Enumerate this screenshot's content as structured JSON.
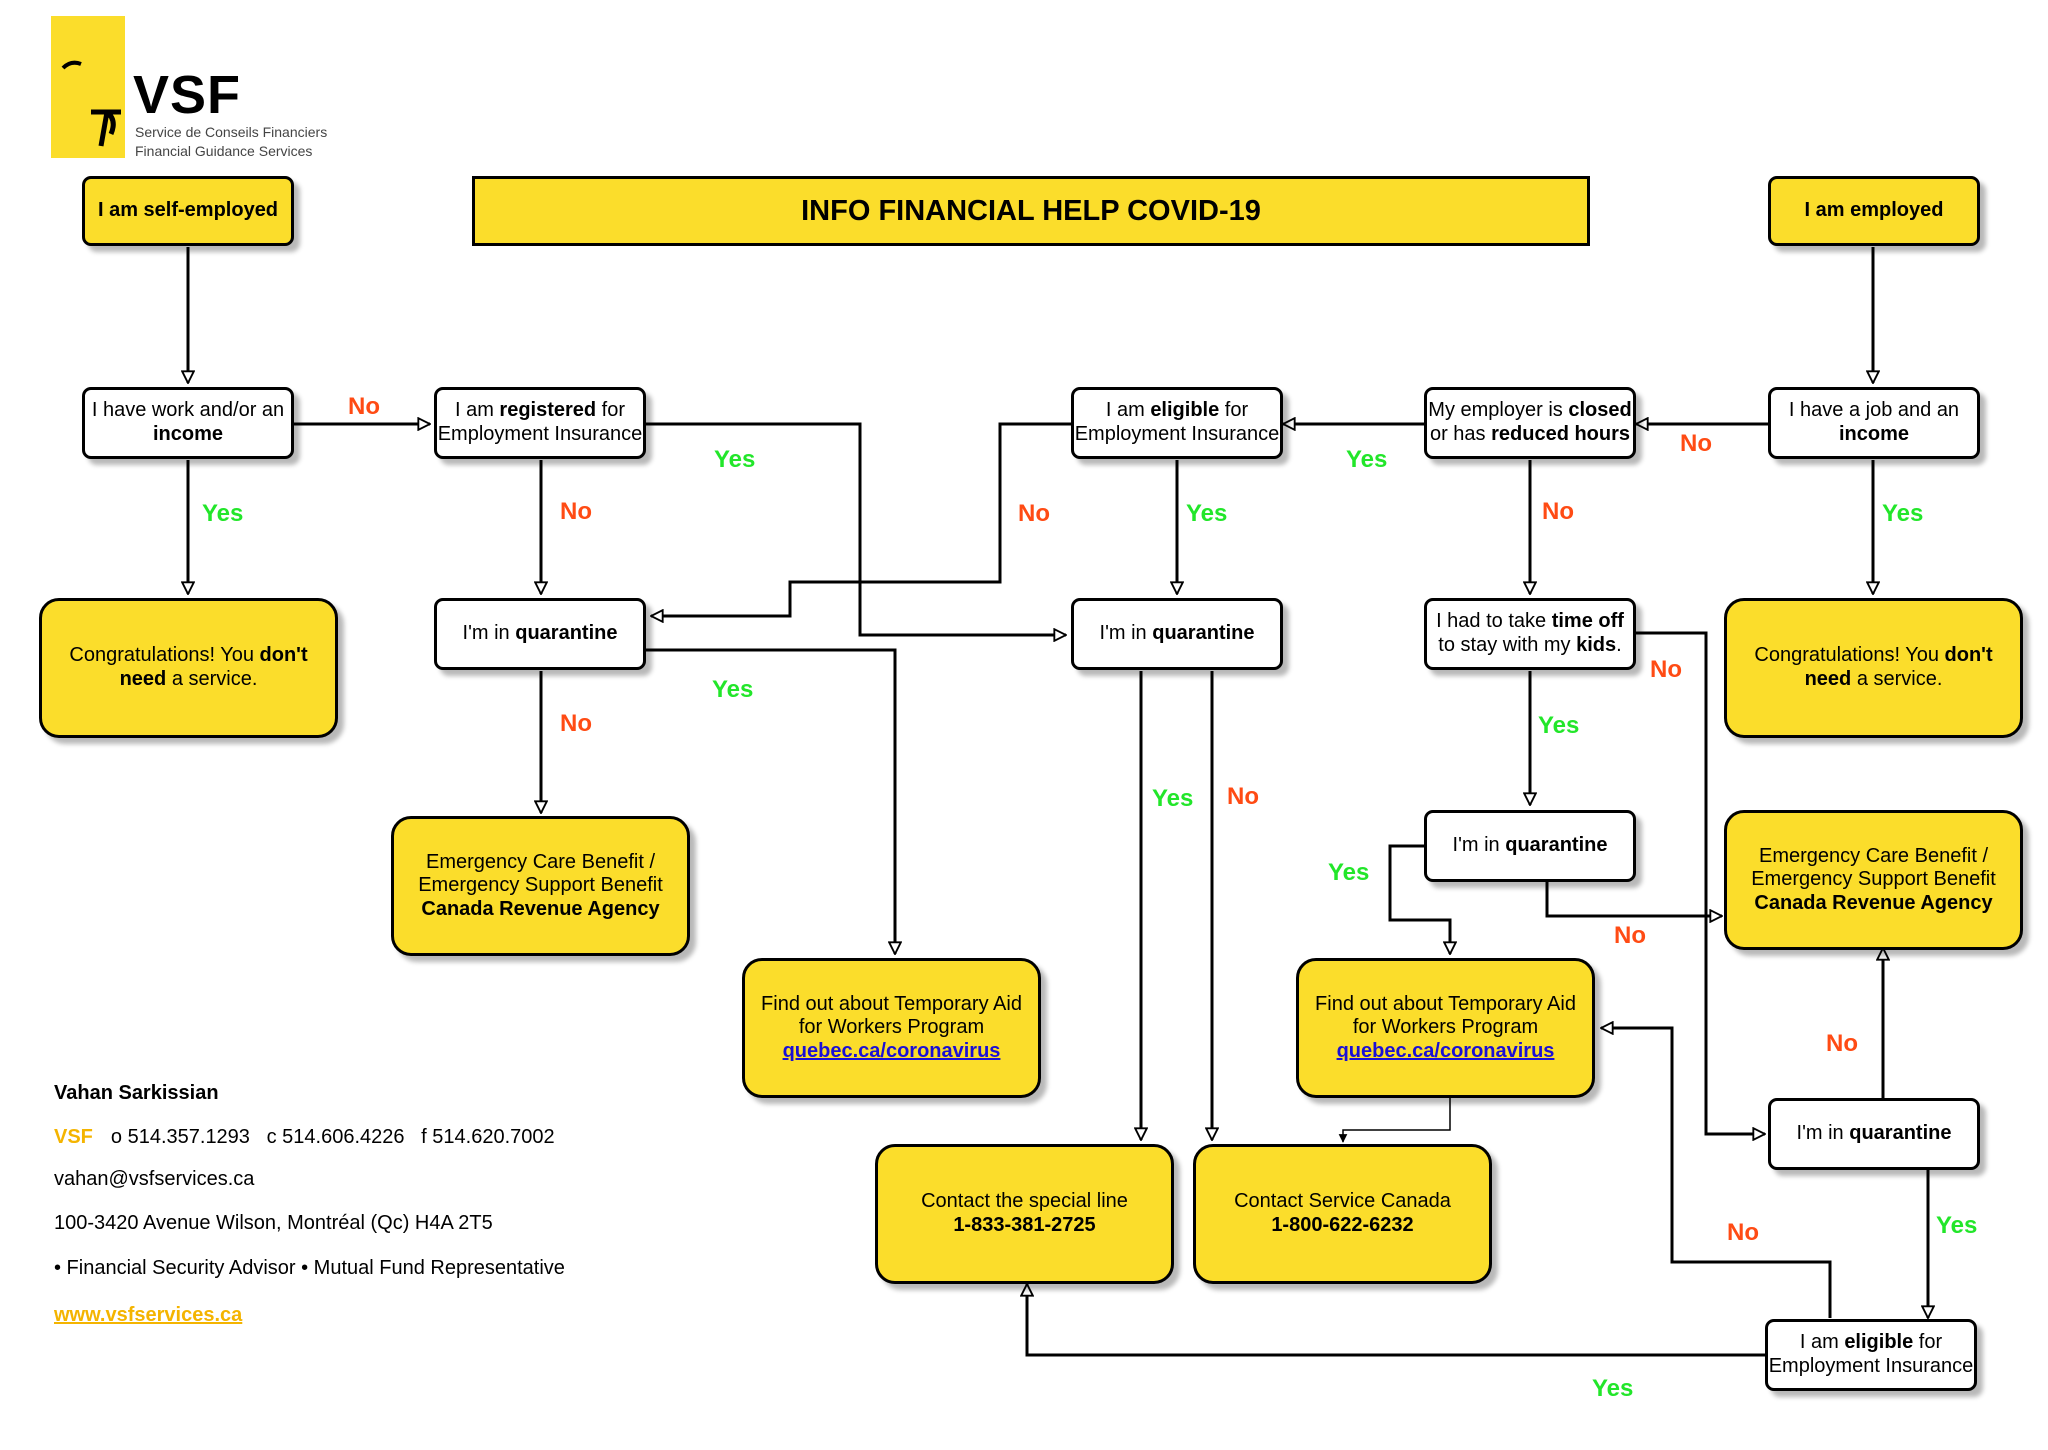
{
  "logo": {
    "name": "VSF",
    "subtitle_fr": "Service de Conseils Financiers",
    "subtitle_en": "Financial Guidance Services"
  },
  "title": "INFO FINANCIAL HELP COVID-19",
  "colors": {
    "accent": "#fbdd2b",
    "yes": "#22e62a",
    "no": "#ff4b14",
    "link": "#1a0fd6",
    "contact_accent": "#f4b400"
  },
  "nodes": {
    "self_employed": "I am self-employed",
    "employed": "I am employed",
    "work_income": {
      "a": "I have work and/or an ",
      "b": "income"
    },
    "registered_ei": {
      "a": "I am ",
      "b": "registered",
      "c": " for Employment Insurance"
    },
    "eligible_ei_top": {
      "a": "I am ",
      "b": "eligible",
      "c": " for Employment Insurance"
    },
    "employer_closed": {
      "a": "My employer is ",
      "b": "closed",
      "c": " or has ",
      "d": "reduced hours"
    },
    "job_income": {
      "a": "I have a job and an ",
      "b": "income"
    },
    "congrats_left": {
      "a": "Congratulations! You ",
      "b": "don't need",
      "c": " a service."
    },
    "quarantine_1": {
      "a": "I'm in ",
      "b": "quarantine"
    },
    "quarantine_2": {
      "a": "I'm in ",
      "b": "quarantine"
    },
    "time_off": {
      "a": "I had to take ",
      "b": "time off",
      "c": " to stay with my ",
      "d": "kids",
      "e": "."
    },
    "congrats_right": {
      "a": "Congratulations! You ",
      "b": "don't need",
      "c": " a service."
    },
    "ecb_left": {
      "a": "Emergency Care Benefit / Emergency Support Benefit ",
      "b": "Canada Revenue Agency"
    },
    "temp_aid_left": {
      "text": "Find out about Temporary Aid for Workers Program",
      "link": "quebec.ca/coronavirus"
    },
    "quarantine_3": {
      "a": "I'm in ",
      "b": "quarantine"
    },
    "ecb_right": {
      "a": "Emergency Care Benefit / Emergency Support Benefit ",
      "b": "Canada Revenue Agency"
    },
    "temp_aid_right": {
      "text": "Find out about Temporary Aid for Workers Program",
      "link": "quebec.ca/coronavirus"
    },
    "quarantine_4": {
      "a": "I'm in ",
      "b": "quarantine"
    },
    "special_line": {
      "text": "Contact the special line",
      "phone": "1-833-381-2725"
    },
    "service_canada": {
      "text": "Contact Service Canada",
      "phone": "1-800-622-6232"
    },
    "eligible_ei_bottom": {
      "a": "I am ",
      "b": "eligible",
      "c": " for Employment Insurance"
    }
  },
  "labels": {
    "yes": "Yes",
    "no": "No"
  },
  "contact": {
    "name": "Vahan Sarkissian",
    "company": "VSF",
    "phones": "o 514.357.1293   c 514.606.4226   f 514.620.7002",
    "email": "vahan@vsfservices.ca",
    "address": "100-3420 Avenue Wilson, Montréal (Qc) H4A 2T5",
    "roles": "• Financial Security Advisor • Mutual Fund Representative",
    "website": "www.vsfservices.ca"
  }
}
